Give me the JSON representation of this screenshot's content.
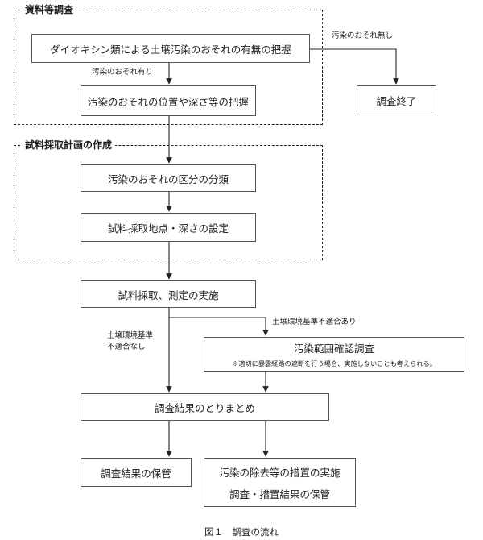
{
  "groups": {
    "research": "資料等調査",
    "plan": "試料採取計画の作成"
  },
  "boxes": {
    "grasp_presence": "ダイオキシン類による土壌汚染のおそれの有無の把握",
    "grasp_position": "汚染のおそれの位置や深さ等の把握",
    "survey_end": "調査終了",
    "classify": "汚染のおそれの区分の分類",
    "set_points": "試料採取地点・深さの設定",
    "sampling": "試料採取、測定の実施",
    "range_survey": "汚染範囲確認調査",
    "range_note": "※適切に暴露経路の遮断を行う場合、実施しないことも考えられる。",
    "summary": "調査結果のとりまとめ",
    "storage": "調査結果の保管",
    "removal": "汚染の除去等の措置の実施",
    "removal_sub": "調査・措置結果の保管"
  },
  "labels": {
    "no_risk": "汚染のおそれ無し",
    "risk": "汚染のおそれ有り",
    "exceed": "土壌環境基準不適合あり",
    "compliant_line1": "土壌環境基準",
    "compliant_line2": "不適合なし"
  },
  "caption": "図１　調査の流れ"
}
